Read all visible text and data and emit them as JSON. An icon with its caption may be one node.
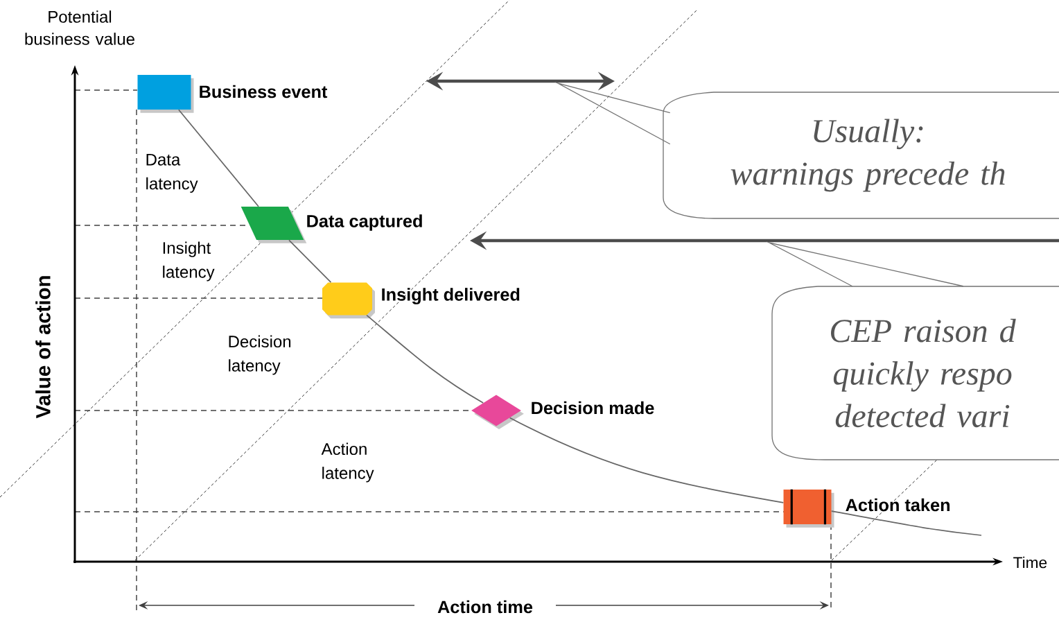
{
  "diagram": {
    "nodes": [
      {
        "text": [
          "Business event"
        ]
      },
      {
        "text": [
          "Data captured"
        ]
      },
      {
        "text": [
          "Insight delivered"
        ]
      },
      {
        "text": [
          "Decision made"
        ]
      },
      {
        "text": [
          "Action taken"
        ]
      },
      {
        "text": [
          "Usually:",
          "warnings precede th"
        ]
      },
      {
        "text": [
          "CEP raison d quickly respo detected vari"
        ]
      }
    ],
    "edges": [
      {
        "from": 0,
        "to": 1,
        "arrow": "none"
      },
      {
        "from": 1,
        "to": 2,
        "arrow": "none"
      },
      {
        "from": 2,
        "to": 3,
        "arrow": "none"
      },
      {
        "from": 3,
        "to": 4,
        "arrow": "none"
      },
      {
        "from": 4,
        "to": null,
        "arrow": "none"
      },
      {
        "from": 5,
        "to": null,
        "arrow": "none"
      },
      {
        "from": 6,
        "to": null,
        "arrow": "none"
      }
    ],
    "labels": [
      "Potential business value",
      "Value of action",
      "Data latency",
      "Insight latency",
      "Decision latency",
      "Action latency",
      "Time",
      "Action time"
    ]
  }
}
